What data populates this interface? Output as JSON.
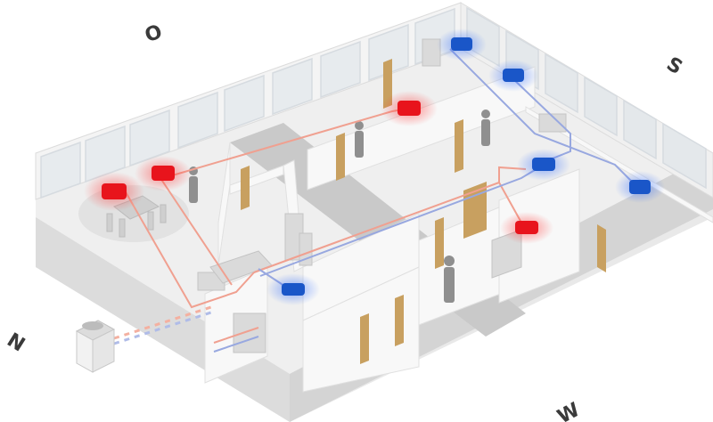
{
  "compass": {
    "north": "N",
    "east": "O",
    "south": "S",
    "west": "W"
  },
  "colors": {
    "heating": "#e8141c",
    "cooling": "#1a56c8",
    "heating_pipe": "#f0a090",
    "cooling_pipe": "#98a8e0",
    "floor": "#ececec",
    "wall": "#f7f7f7",
    "corridor": "#c8c8c8",
    "door": "#c8a060"
  },
  "units": {
    "heating_count": 4,
    "cooling_count": 5
  }
}
